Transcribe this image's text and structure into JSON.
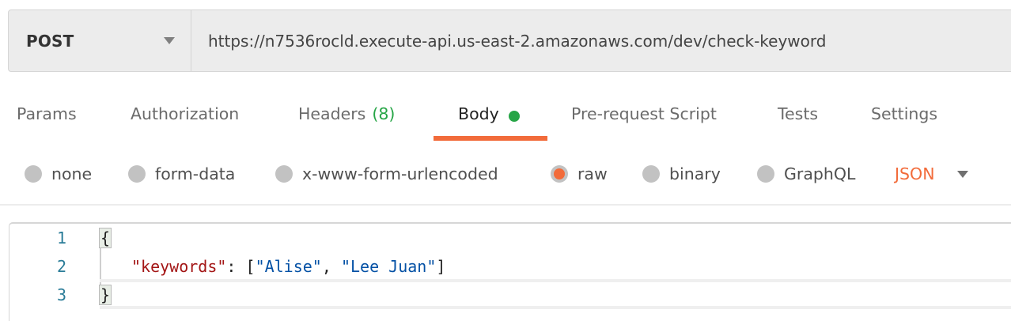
{
  "request": {
    "method": "POST",
    "url": "https://n7536rocld.execute-api.us-east-2.amazonaws.com/dev/check-keyword"
  },
  "tabs": [
    {
      "label": "Params"
    },
    {
      "label": "Authorization"
    },
    {
      "label": "Headers",
      "count": "(8)"
    },
    {
      "label": "Body",
      "active": true,
      "indicator": "green-dot"
    },
    {
      "label": "Pre-request Script"
    },
    {
      "label": "Tests"
    },
    {
      "label": "Settings"
    }
  ],
  "body_types": [
    {
      "label": "none",
      "checked": false
    },
    {
      "label": "form-data",
      "checked": false
    },
    {
      "label": "x-www-form-urlencoded",
      "checked": false
    },
    {
      "label": "raw",
      "checked": true
    },
    {
      "label": "binary",
      "checked": false
    },
    {
      "label": "GraphQL",
      "checked": false
    }
  ],
  "raw_language": "JSON",
  "editor": {
    "lines": [
      {
        "num": "1",
        "open": "{"
      },
      {
        "num": "2",
        "key": "\"keywords\"",
        "colon": ": ",
        "open_bracket": "[",
        "val1": "\"Alise\"",
        "comma": ", ",
        "val2": "\"Lee Juan\"",
        "close_bracket": "]"
      },
      {
        "num": "3",
        "close": "}"
      }
    ]
  },
  "colors": {
    "accent": "#f26b3a",
    "success": "#26a546",
    "line_number": "#2a7c98",
    "json_key": "#a31515",
    "json_string": "#0451a5"
  }
}
